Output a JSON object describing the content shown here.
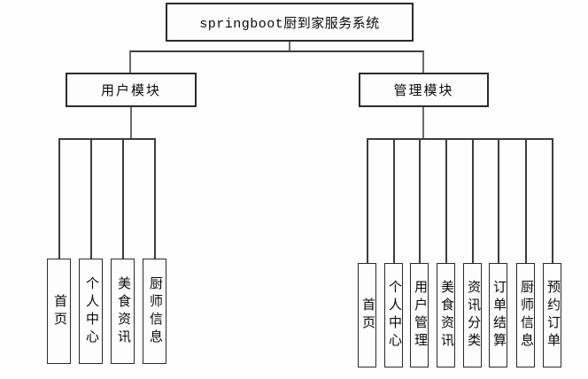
{
  "diagram": {
    "title": "springboot厨到家服务系统",
    "modules": [
      {
        "label": "用户模块",
        "children": [
          "首页",
          "个人中心",
          "美食资讯",
          "厨师信息"
        ]
      },
      {
        "label": "管理模块",
        "children": [
          "首页",
          "个人中心",
          "用户管理",
          "美食资讯",
          "资讯分类",
          "订单结算",
          "厨师信息",
          "预约订单"
        ]
      }
    ],
    "colors": {
      "background": "#fefefe",
      "box_fill": "#fdfdfe",
      "box_border": "#2a2a2a",
      "line_thin": "#3d3d3d",
      "line_thick": "#6a6a6a",
      "text": "#0a0a0a"
    }
  }
}
